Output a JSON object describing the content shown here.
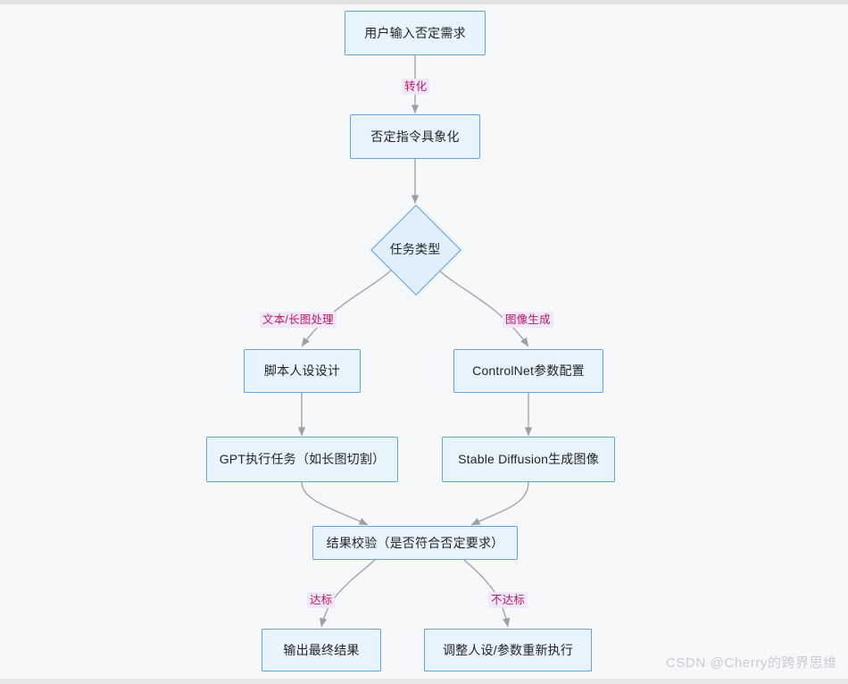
{
  "diagram": {
    "type": "flowchart",
    "direction": "top-down",
    "background_color": "#f7f8fa",
    "node_fill_color": "#e8f4fd",
    "node_border_color": "#66a3dd",
    "edge_color": "#9e9e9e",
    "edge_label_text_color": "#c2185b",
    "edge_label_bg_color": "#f1e7fb",
    "nodes": [
      {
        "id": "n1",
        "label": "用户输入否定需求",
        "shape": "rect"
      },
      {
        "id": "n2",
        "label": "否定指令具象化",
        "shape": "rect"
      },
      {
        "id": "n3",
        "label": "任务类型",
        "shape": "diamond"
      },
      {
        "id": "n4",
        "label": "脚本人设设计",
        "shape": "rect"
      },
      {
        "id": "n5",
        "label": "ControlNet参数配置",
        "shape": "rect"
      },
      {
        "id": "n6",
        "label": "GPT执行任务（如长图切割）",
        "shape": "rect"
      },
      {
        "id": "n7",
        "label": "Stable Diffusion生成图像",
        "shape": "rect"
      },
      {
        "id": "n8",
        "label": "结果校验（是否符合否定要求）",
        "shape": "rect"
      },
      {
        "id": "n9",
        "label": "输出最终结果",
        "shape": "rect"
      },
      {
        "id": "n10",
        "label": "调整人设/参数重新执行",
        "shape": "rect"
      }
    ],
    "edges": [
      {
        "from": "n1",
        "to": "n2",
        "label": "转化"
      },
      {
        "from": "n2",
        "to": "n3",
        "label": ""
      },
      {
        "from": "n3",
        "to": "n4",
        "label": "文本/长图处理"
      },
      {
        "from": "n3",
        "to": "n5",
        "label": "图像生成"
      },
      {
        "from": "n4",
        "to": "n6",
        "label": ""
      },
      {
        "from": "n5",
        "to": "n7",
        "label": ""
      },
      {
        "from": "n6",
        "to": "n8",
        "label": ""
      },
      {
        "from": "n7",
        "to": "n8",
        "label": ""
      },
      {
        "from": "n8",
        "to": "n9",
        "label": "达标"
      },
      {
        "from": "n8",
        "to": "n10",
        "label": "不达标"
      }
    ]
  },
  "watermark": {
    "text": "CSDN @Cherry的跨界思维"
  }
}
